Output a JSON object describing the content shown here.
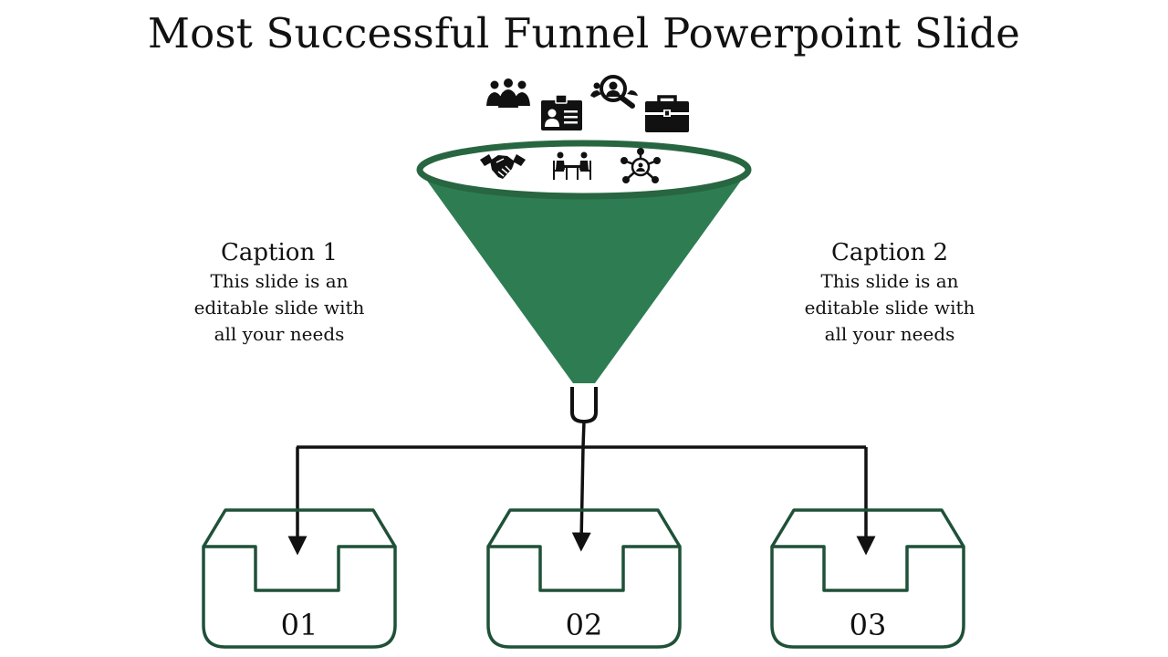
{
  "title": "Most Successful Funnel Powerpoint Slide",
  "colors": {
    "funnel": "#2e7d52",
    "funnel_rim": "#276640",
    "box_stroke": "#1f5138",
    "arrow": "#111111"
  },
  "captions": [
    {
      "title": "Caption 1",
      "text_lines": [
        "This slide is an",
        "editable slide with",
        "all your needs"
      ]
    },
    {
      "title": "Caption 2",
      "text_lines": [
        "This slide is an",
        "editable slide with",
        "all your needs"
      ]
    }
  ],
  "icons": [
    "team-icon",
    "id-card-icon",
    "search-person-icon",
    "briefcase-icon",
    "handshake-icon",
    "meeting-icon",
    "network-icon"
  ],
  "boxes": [
    {
      "label": "01"
    },
    {
      "label": "02"
    },
    {
      "label": "03"
    }
  ]
}
